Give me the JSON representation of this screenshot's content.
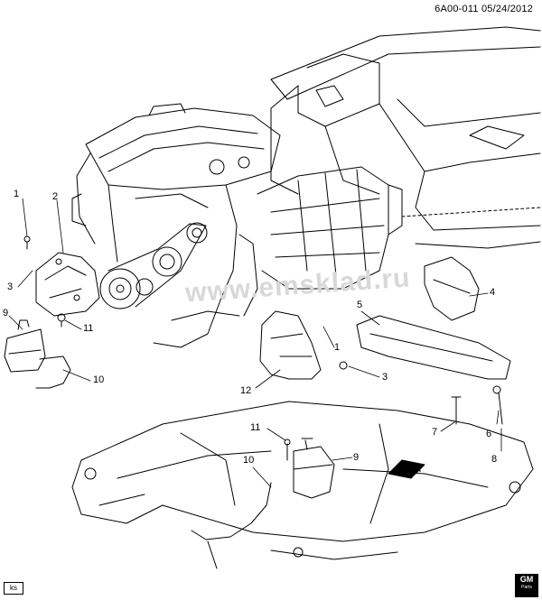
{
  "header": {
    "code": "6A00-011",
    "date": "05/24/2012"
  },
  "watermark": "www.emsklad.ru",
  "badge_ks": "ks",
  "gm_logo": {
    "text": "GM",
    "sub": "Parts"
  },
  "front_arrow_label": "FRT",
  "callouts": [
    {
      "key": "c1a",
      "label": "1"
    },
    {
      "key": "c2",
      "label": "2"
    },
    {
      "key": "c3a",
      "label": "3"
    },
    {
      "key": "c9a",
      "label": "9"
    },
    {
      "key": "c11a",
      "label": "11"
    },
    {
      "key": "c10a",
      "label": "10"
    },
    {
      "key": "c12",
      "label": "12"
    },
    {
      "key": "c1b",
      "label": "1"
    },
    {
      "key": "c3b",
      "label": "3"
    },
    {
      "key": "c5",
      "label": "5"
    },
    {
      "key": "c4",
      "label": "4"
    },
    {
      "key": "c7",
      "label": "7"
    },
    {
      "key": "c6",
      "label": "6"
    },
    {
      "key": "c8",
      "label": "8"
    },
    {
      "key": "c11b",
      "label": "11"
    },
    {
      "key": "c10b",
      "label": "10"
    },
    {
      "key": "c9b",
      "label": "9"
    }
  ]
}
